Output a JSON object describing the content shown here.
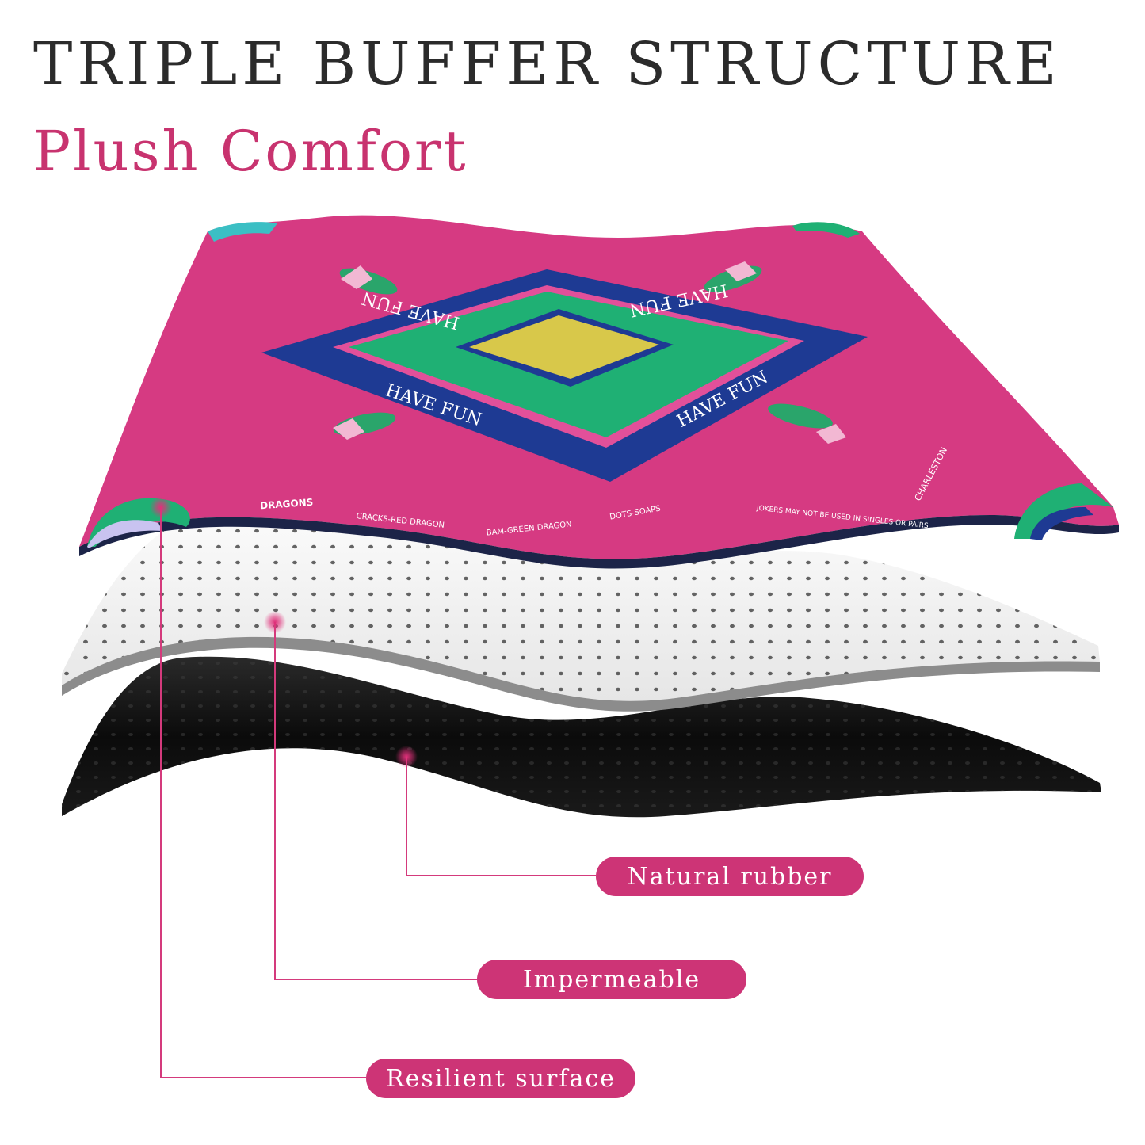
{
  "header": {
    "title": "TRIPLE BUFFER STRUCTURE",
    "subtitle": "Plush Comfort"
  },
  "mat": {
    "center_text": [
      "HAVE FUN",
      "HAVE FUN",
      "HAVE FUN",
      "HAVE FUN"
    ],
    "edge_texts": {
      "dragons": "DRAGONS",
      "cracks": "CRACKS-RED DRAGON",
      "bam": "BAM-GREEN DRAGON",
      "dots": "DOTS-SOAPS",
      "jokers": "JOKERS MAY NOT BE USED IN SINGLES OR PAIRS",
      "charleston": "CHARLESTON"
    }
  },
  "callouts": [
    {
      "label": "Natural rubber"
    },
    {
      "label": "Impermeable"
    },
    {
      "label": "Resilient surface"
    }
  ],
  "colors": {
    "accent": "#cd3476",
    "mat_pink": "#d63a82",
    "navy": "#1e3a93",
    "green": "#1fb074",
    "yellow": "#d8c84a",
    "rubber": "#111111",
    "foam": "#f0f0f0"
  }
}
